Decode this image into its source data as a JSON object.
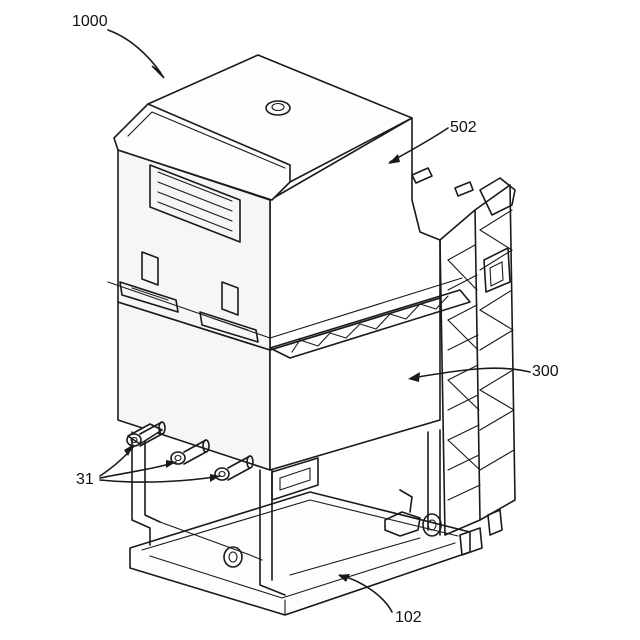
{
  "labels": {
    "device": "1000",
    "top_housing": "502",
    "middle_housing": "300",
    "connectors": "31",
    "base": "102"
  }
}
